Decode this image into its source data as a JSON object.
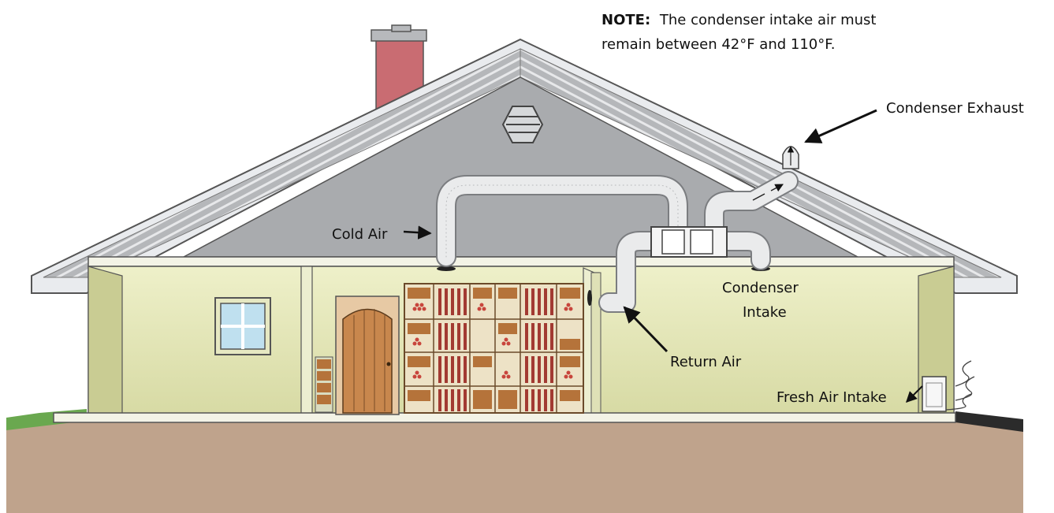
{
  "note": {
    "heading": "NOTE:",
    "line1": "The condenser intake air must",
    "line2": "remain between 42°F and 110°F."
  },
  "labels": {
    "condenser_exhaust": "Condenser Exhaust",
    "cold_air": "Cold Air",
    "condenser_intake_1": "Condenser",
    "condenser_intake_2": "Intake",
    "return_air": "Return Air",
    "fresh_air_intake": "Fresh Air Intake"
  },
  "colors": {
    "ground": "#bfa38c",
    "grass": "#6aa84f",
    "walls": "#dfe2b0",
    "attic": "#a9abae",
    "roof": "#b7b9bc",
    "chimney": "#c96c72",
    "door": "#c8874d",
    "duct": "#d8dadc"
  }
}
